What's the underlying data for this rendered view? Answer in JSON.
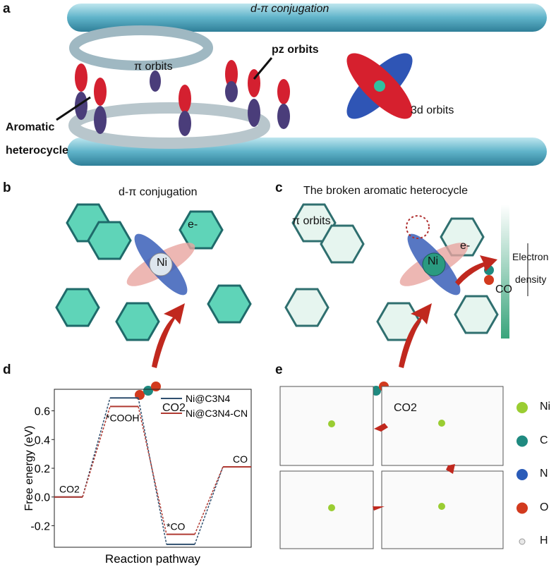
{
  "panels": {
    "a": {
      "letter": "a",
      "top_label": "d-π conjugation",
      "pi_orbits": "π orbits",
      "pz_orbits": "pz orbits",
      "d_orbits": "3d orbits",
      "aromatic": "Aromatic",
      "heterocycle": "heterocycle"
    },
    "b": {
      "letter": "b",
      "conjugation": "d-π conjugation",
      "ni": "Ni",
      "electron": "e-",
      "co2": "CO2"
    },
    "c": {
      "letter": "c",
      "broken": "The broken aromatic heterocycle",
      "pi_orbits": "π orbits",
      "ni": "Ni",
      "electron": "e-",
      "co": "CO",
      "electron_label": "Electron",
      "density_label": "density",
      "co2": "CO2"
    },
    "d": {
      "letter": "d"
    },
    "e": {
      "letter": "e",
      "legend": [
        {
          "label": "Ni",
          "color": "#9acd32"
        },
        {
          "label": "C",
          "color": "#1f8a80"
        },
        {
          "label": "N",
          "color": "#2a5bb8"
        },
        {
          "label": "O",
          "color": "#d23a1e"
        },
        {
          "label": "H",
          "color": "#e8e8e8"
        }
      ]
    }
  },
  "chart_data": {
    "type": "line",
    "title": "",
    "xlabel": "Reaction pathway",
    "ylabel": "Free energy (eV)",
    "ylim": [
      -0.35,
      0.75
    ],
    "yticks": [
      -0.2,
      0.0,
      0.2,
      0.4,
      0.6
    ],
    "ytick_labels": [
      "-0.2",
      "0.0",
      "0.2",
      "0.4",
      "0.6"
    ],
    "states": [
      "CO2",
      "*COOH",
      "*CO",
      "CO"
    ],
    "legend_position": "top-right",
    "series": [
      {
        "name": "Ni@C3N4",
        "color": "#2f4f6f",
        "values": [
          0.0,
          0.69,
          -0.33,
          0.21
        ]
      },
      {
        "name": "Ni@C3N4-CN",
        "color": "#b03a32",
        "values": [
          0.0,
          0.63,
          -0.26,
          0.21
        ]
      }
    ]
  }
}
